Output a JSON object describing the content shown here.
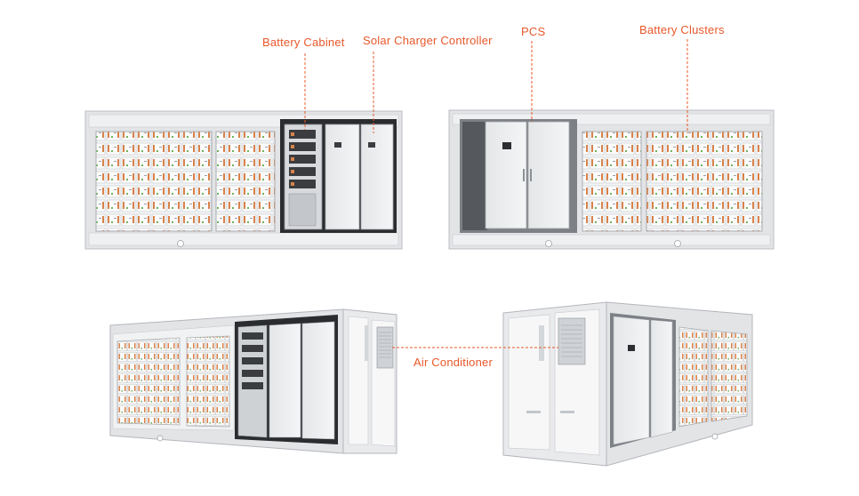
{
  "labels": {
    "battery_cabinet": "Battery Cabinet",
    "solar_charger_controller": "Solar Charger Controller",
    "pcs": "PCS",
    "battery_clusters": "Battery Clusters",
    "air_conditioner": "Air Conditioner"
  },
  "colors": {
    "accent": "#e8582a",
    "frame": "#e3e4e6",
    "frame_dark": "#b9bcc1",
    "module_orange": "#d9824a",
    "module_green": "#6fb35c",
    "cabinet": "#eceef0"
  }
}
